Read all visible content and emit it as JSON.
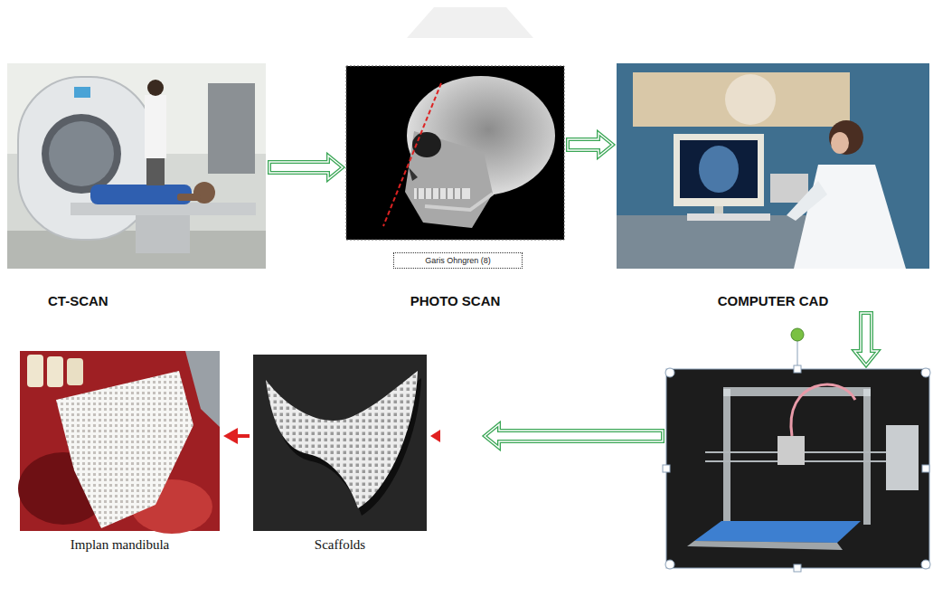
{
  "diagram": {
    "nodes": [
      {
        "text": [
          "CT-SCAN"
        ]
      },
      {
        "text": [
          "PHOTO SCAN"
        ]
      },
      {
        "text": [
          "COMPUTER CAD"
        ]
      },
      {
        "text": [
          "Implan mandibula"
        ]
      },
      {
        "text": [
          "Scaffolds"
        ]
      },
      {
        "text": []
      }
    ],
    "edges": [
      {
        "from": 0,
        "to": 1,
        "arrow": "to"
      },
      {
        "from": 1,
        "to": 2,
        "arrow": "to"
      },
      {
        "from": 2,
        "to": 5,
        "arrow": "to"
      },
      {
        "from": 5,
        "to": 4,
        "arrow": "to"
      },
      {
        "from": 4,
        "to": 3,
        "arrow": "to"
      }
    ],
    "labels": [
      "Garis Ohngren (8)"
    ]
  }
}
